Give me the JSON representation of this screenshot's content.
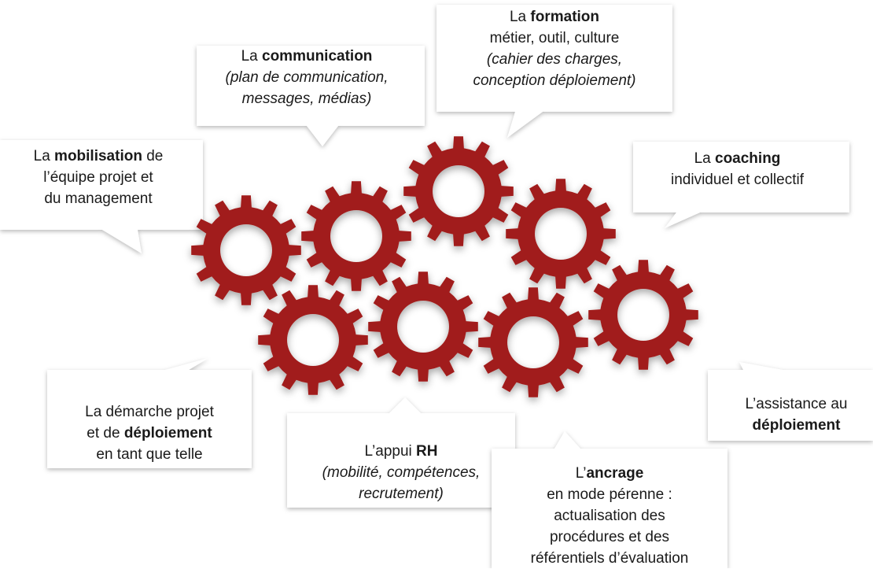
{
  "gear_color": "#a11d1a",
  "items": {
    "communication": {
      "lead": "La ",
      "bold": "communication",
      "details": [
        "(plan de communication,",
        "messages, médias)"
      ]
    },
    "formation": {
      "lead": "La ",
      "bold": "formation",
      "line2": "métier, outil, culture",
      "details": [
        "(cahier des charges,",
        "conception déploiement)"
      ]
    },
    "mobilisation": {
      "lead": "La ",
      "bold": "mobilisation",
      "tail": " de",
      "lines": [
        "l’équipe projet et",
        "du management"
      ]
    },
    "coaching": {
      "lead": "La ",
      "bold": "coaching",
      "line2": "individuel et collectif"
    },
    "demarche": {
      "line1": "La démarche projet",
      "lead": "et de ",
      "bold": "déploiement",
      "line3": "en tant que telle"
    },
    "appui_rh": {
      "lead": "L’appui ",
      "bold": "RH",
      "details": [
        "(mobilité, compétences,",
        "recrutement)"
      ]
    },
    "assistance": {
      "line1": "L’assistance au",
      "bold": "déploiement"
    },
    "ancrage": {
      "lead": "L’",
      "bold": "ancrage",
      "lines": [
        "en mode pérenne :",
        "actualisation des",
        "procédures et des",
        "référentiels d’évaluation"
      ]
    }
  }
}
